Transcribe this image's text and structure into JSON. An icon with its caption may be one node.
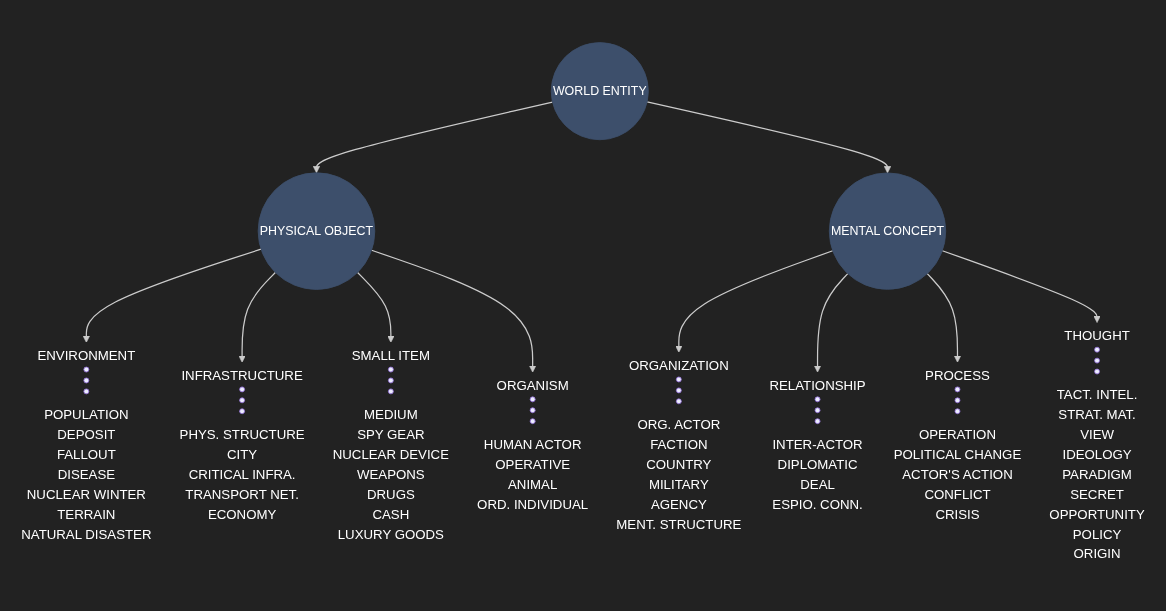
{
  "diagram": {
    "nodes": [
      {
        "text": [
          "WORLD ENTITY"
        ]
      },
      {
        "text": [
          "PHYSICAL OBJECT"
        ]
      },
      {
        "text": [
          "MENTAL CONCEPT"
        ]
      },
      {
        "text": [
          "ENVIRONMENT"
        ],
        "beside": [
          "POPULATION",
          "DEPOSIT",
          "FALLOUT",
          "DISEASE",
          "NUCLEAR WINTER",
          "TERRAIN",
          "NATURAL DISASTER"
        ]
      },
      {
        "text": [
          "INFRASTRUCTURE"
        ],
        "beside": [
          "PHYS. STRUCTURE",
          "CITY",
          "CRITICAL INFRA.",
          "TRANSPORT NET.",
          "ECONOMY"
        ]
      },
      {
        "text": [
          "SMALL ITEM"
        ],
        "beside": [
          "MEDIUM",
          "SPY GEAR",
          "NUCLEAR DEVICE",
          "WEAPONS",
          "DRUGS",
          "CASH",
          "LUXURY GOODS"
        ]
      },
      {
        "text": [
          "ORGANISM"
        ],
        "beside": [
          "HUMAN ACTOR",
          "OPERATIVE",
          "ANIMAL",
          "ORD. INDIVIDUAL"
        ]
      },
      {
        "text": [
          "ORGANIZATION"
        ],
        "beside": [
          "ORG. ACTOR",
          "FACTION",
          "COUNTRY",
          "MILITARY",
          "AGENCY",
          "MENT. STRUCTURE"
        ]
      },
      {
        "text": [
          "RELATIONSHIP"
        ],
        "beside": [
          "INTER-ACTOR",
          "DIPLOMATIC",
          "DEAL",
          "ESPIO. CONN."
        ]
      },
      {
        "text": [
          "PROCESS"
        ],
        "beside": [
          "OPERATION",
          "POLITICAL CHANGE",
          "ACTOR'S ACTION",
          "CONFLICT",
          "CRISIS"
        ]
      },
      {
        "text": [
          "THOUGHT"
        ],
        "beside": [
          "TACT. INTEL.",
          "STRAT. MAT.",
          "VIEW",
          "IDEOLOGY",
          "PARADIGM",
          "SECRET",
          "OPPORTUNITY",
          "POLICY",
          "ORIGIN"
        ]
      }
    ],
    "edges": [
      {
        "from": 0,
        "to": 1,
        "arrow": "to"
      },
      {
        "from": 0,
        "to": 2,
        "arrow": "to"
      },
      {
        "from": 1,
        "to": 3,
        "arrow": "to"
      },
      {
        "from": 1,
        "to": 4,
        "arrow": "to"
      },
      {
        "from": 1,
        "to": 5,
        "arrow": "to"
      },
      {
        "from": 1,
        "to": 6,
        "arrow": "to"
      },
      {
        "from": 2,
        "to": 7,
        "arrow": "to"
      },
      {
        "from": 2,
        "to": 8,
        "arrow": "to"
      },
      {
        "from": 2,
        "to": 9,
        "arrow": "to"
      },
      {
        "from": 2,
        "to": 10,
        "arrow": "to"
      }
    ]
  }
}
